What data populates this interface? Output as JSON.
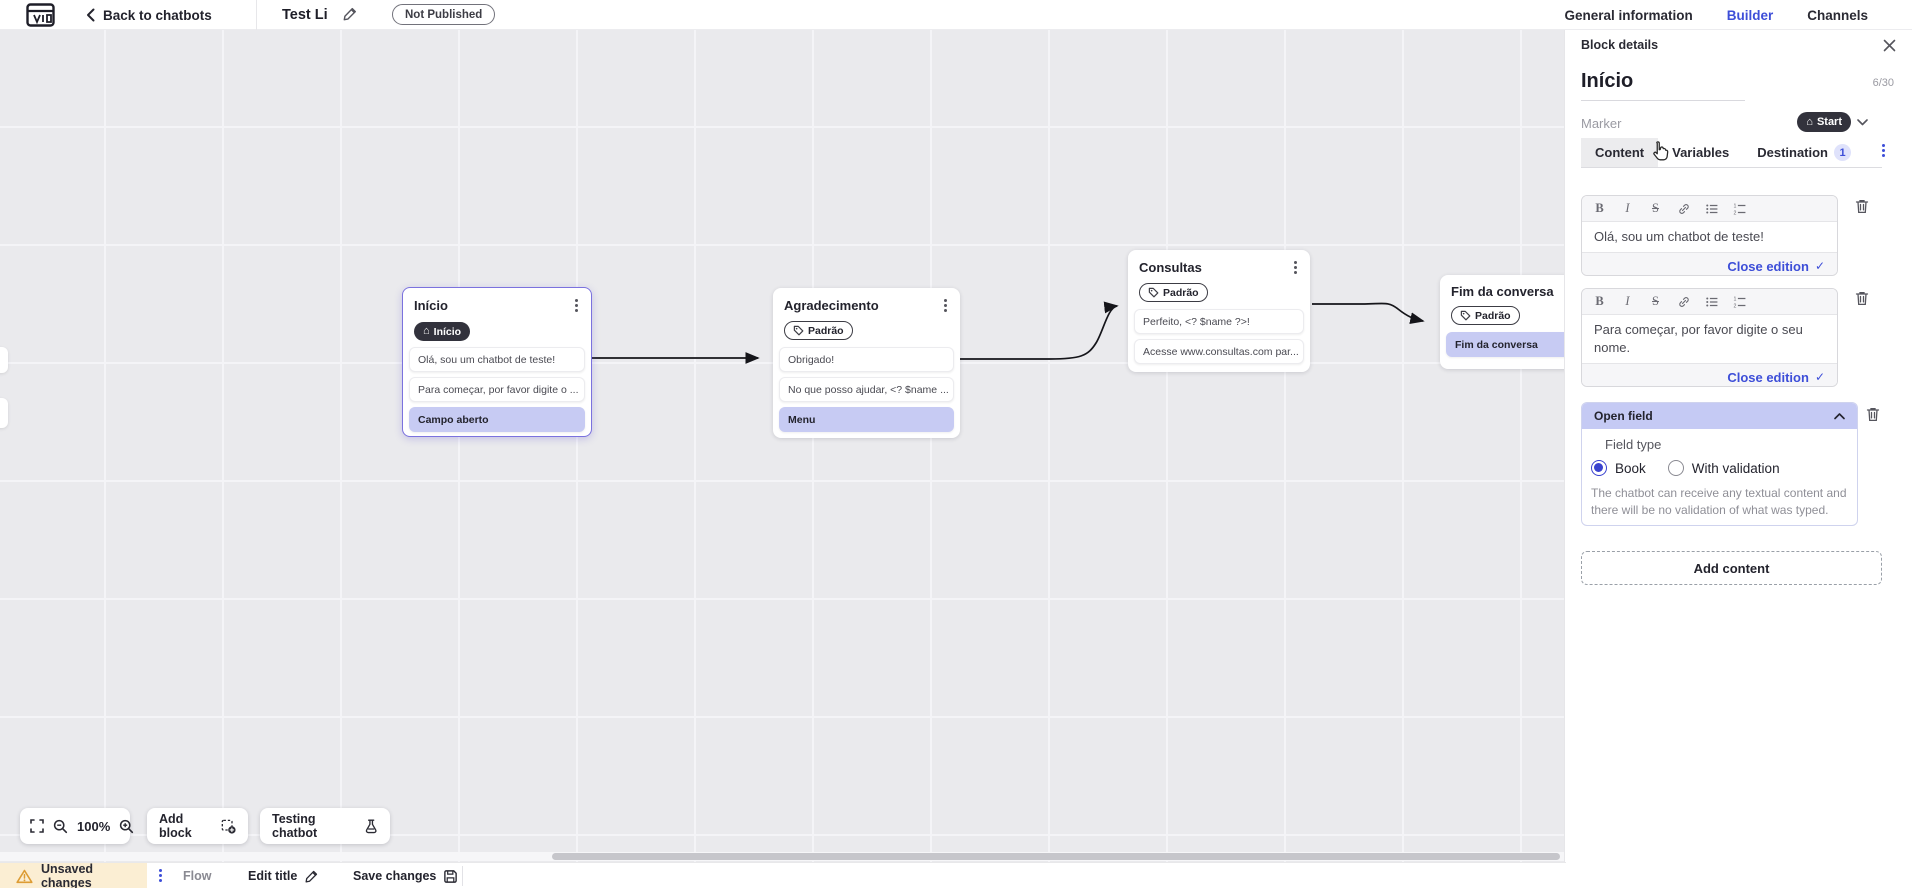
{
  "icons": {
    "home": "⌂",
    "check": "✓",
    "close": "✕",
    "back_chevron": "‹"
  },
  "colors": {
    "accent_blue": "#3d4ed8",
    "dark_pill": "#32323c",
    "purple_row": "#c7cbf3",
    "lavender_header": "#c5caf4",
    "warning_bg": "#fbeed3",
    "warning_icon": "#dd9c33",
    "canvas_bg": "#eaeaed",
    "selected_border": "#7b72de"
  },
  "header": {
    "back_label": "Back to chatbots",
    "title": "Test Li",
    "status_badge": "Not Published",
    "tabs": [
      {
        "label": "General information"
      },
      {
        "label": "Builder"
      },
      {
        "label": "Channels"
      }
    ]
  },
  "canvas": {
    "blocks": [
      {
        "title": "Início",
        "badge": "Início",
        "rows": [
          {
            "text": "Olá, sou um chatbot de teste!"
          },
          {
            "text": "Para começar, por favor digite o ..."
          },
          {
            "text": "Campo aberto"
          }
        ]
      },
      {
        "title": "Agradecimento",
        "badge": "Padrão",
        "rows": [
          {
            "text": "Obrigado!"
          },
          {
            "text": "No que posso ajudar, <? $name ..."
          },
          {
            "text": "Menu"
          }
        ]
      },
      {
        "title": "Consultas",
        "badge": "Padrão",
        "rows": [
          {
            "text": "Perfeito, <? $name ?>!"
          },
          {
            "text": "Acesse www.consultas.com par..."
          }
        ]
      },
      {
        "title": "Fim da conversa",
        "badge": "Padrão",
        "rows": [
          {
            "text": "Fim da conversa"
          }
        ]
      }
    ],
    "toolbar": {
      "zoom_level": "100%",
      "add_block_label": "Add block",
      "testing_label": "Testing chatbot"
    }
  },
  "panel": {
    "header_label": "Block details",
    "block_name": "Início",
    "char_counter": "6/30",
    "marker_label": "Marker",
    "marker_value": "Start",
    "tabs": [
      {
        "label": "Content"
      },
      {
        "label": "Variables"
      },
      {
        "label": "Destination",
        "badge": "1"
      }
    ],
    "editors": [
      {
        "text": "Olá, sou um chatbot de teste!",
        "close_label": "Close edition"
      },
      {
        "text": "Para começar, por favor digite o seu nome.",
        "close_label": "Close edition"
      }
    ],
    "open_field": {
      "title": "Open field",
      "field_type_label": "Field type",
      "options": [
        {
          "label": "Book",
          "selected": true
        },
        {
          "label": "With validation",
          "selected": false
        }
      ],
      "help_text": "The chatbot can receive any textual content and there will be no validation of what was typed."
    },
    "add_content_label": "Add content"
  },
  "statusbar": {
    "unsaved_label": "Unsaved changes",
    "flow_label": "Flow",
    "edit_title_label": "Edit title",
    "save_label": "Save changes"
  }
}
